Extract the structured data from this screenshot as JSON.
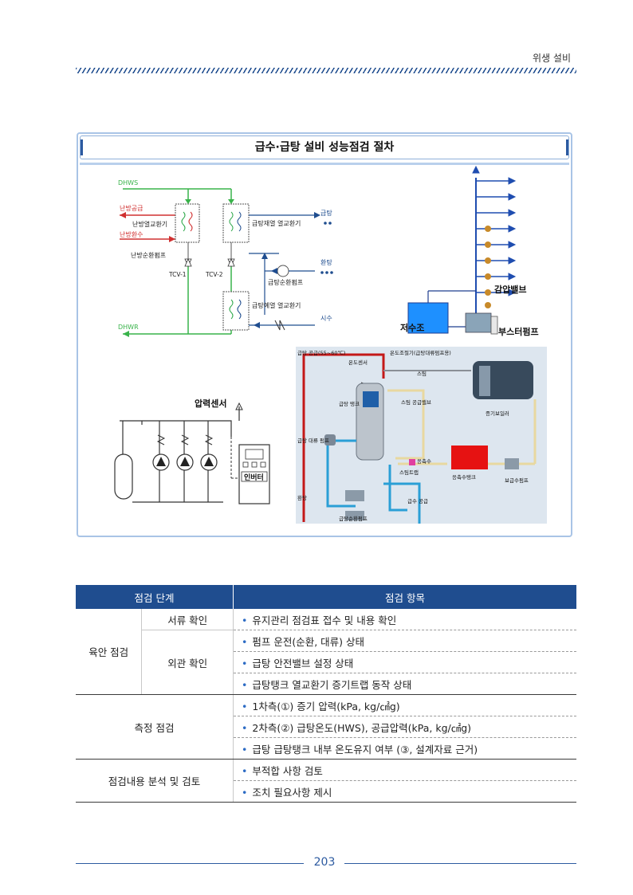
{
  "header": {
    "section": "위생 설비"
  },
  "figure": {
    "title": "급수·급탕 설비 성능점검 절차",
    "diagram1": {
      "dhws": "DHWS",
      "dhwr": "DHWR",
      "heating_supply": "난방공급",
      "heating_return": "난방환수",
      "heating_hx": "난방열교환기",
      "heating_pump": "난방순환펌프",
      "tcv1": "TCV-1",
      "tcv2": "TCV-2",
      "reheat_hx": "급탕재열 열교환기",
      "preheat_hx": "급탕예열 열교환기",
      "circ_pump": "급탕순환펌프",
      "hot_water": "급탕",
      "return_water": "환탕",
      "city_water": "시수"
    },
    "diagram2": {
      "pressure_reducing_valve": "감압밸브",
      "reservoir": "저수조",
      "booster_pump": "부스터펌프"
    },
    "diagram3": {
      "pressure_sensor": "압력센서",
      "inverter": "인버터"
    },
    "diagram4": {
      "hw_supply": "급탕 공급(55~60℃)",
      "temp_controller": "온도조절기(급탕대류펌프용)",
      "temp_sensor": "온도센서",
      "steam": "스팀",
      "steam_boiler": "증기보일러",
      "hw_tank": "급탕 탱크",
      "steam_supply_valve": "스팀 공급밸브",
      "hw_conv_pump": "급탕 대류 펌프",
      "condensate": "응축수",
      "steam_trap": "스팀트랩",
      "condensate_tank": "응축수탱크",
      "feed_pump": "보급수펌프",
      "return": "환탕",
      "water_supply": "급수 공급",
      "hw_circ_pump": "급탕순환펌프"
    }
  },
  "table": {
    "headers": [
      "점검 단계",
      "점검 항목"
    ],
    "groups": [
      {
        "stage": "육안 점검",
        "subs": [
          {
            "name": "서류 확인",
            "items": [
              "유지관리 점검표 접수 및 내용 확인"
            ]
          },
          {
            "name": "외관 확인",
            "items": [
              "펌프 운전(순환, 대류) 상태",
              "급탕 안전밸브 설정 상태",
              "급탕탱크 열교환기 증기트랩 동작 상태"
            ]
          }
        ]
      },
      {
        "stage": "측정 점검",
        "items": [
          "1차측(①) 증기 압력(kPa, kg/㎠g)",
          "2차측(②) 급탕온도(HWS), 공급압력(kPa, kg/㎠g)",
          "급탕 급탕탱크 내부 온도유지 여부 (③, 설계자료 근거)"
        ]
      },
      {
        "stage": "점검내용 분석 및 검토",
        "items": [
          "부적합 사항 검토",
          "조치 필요사항 제시"
        ]
      }
    ]
  },
  "footer": {
    "page": "203"
  }
}
